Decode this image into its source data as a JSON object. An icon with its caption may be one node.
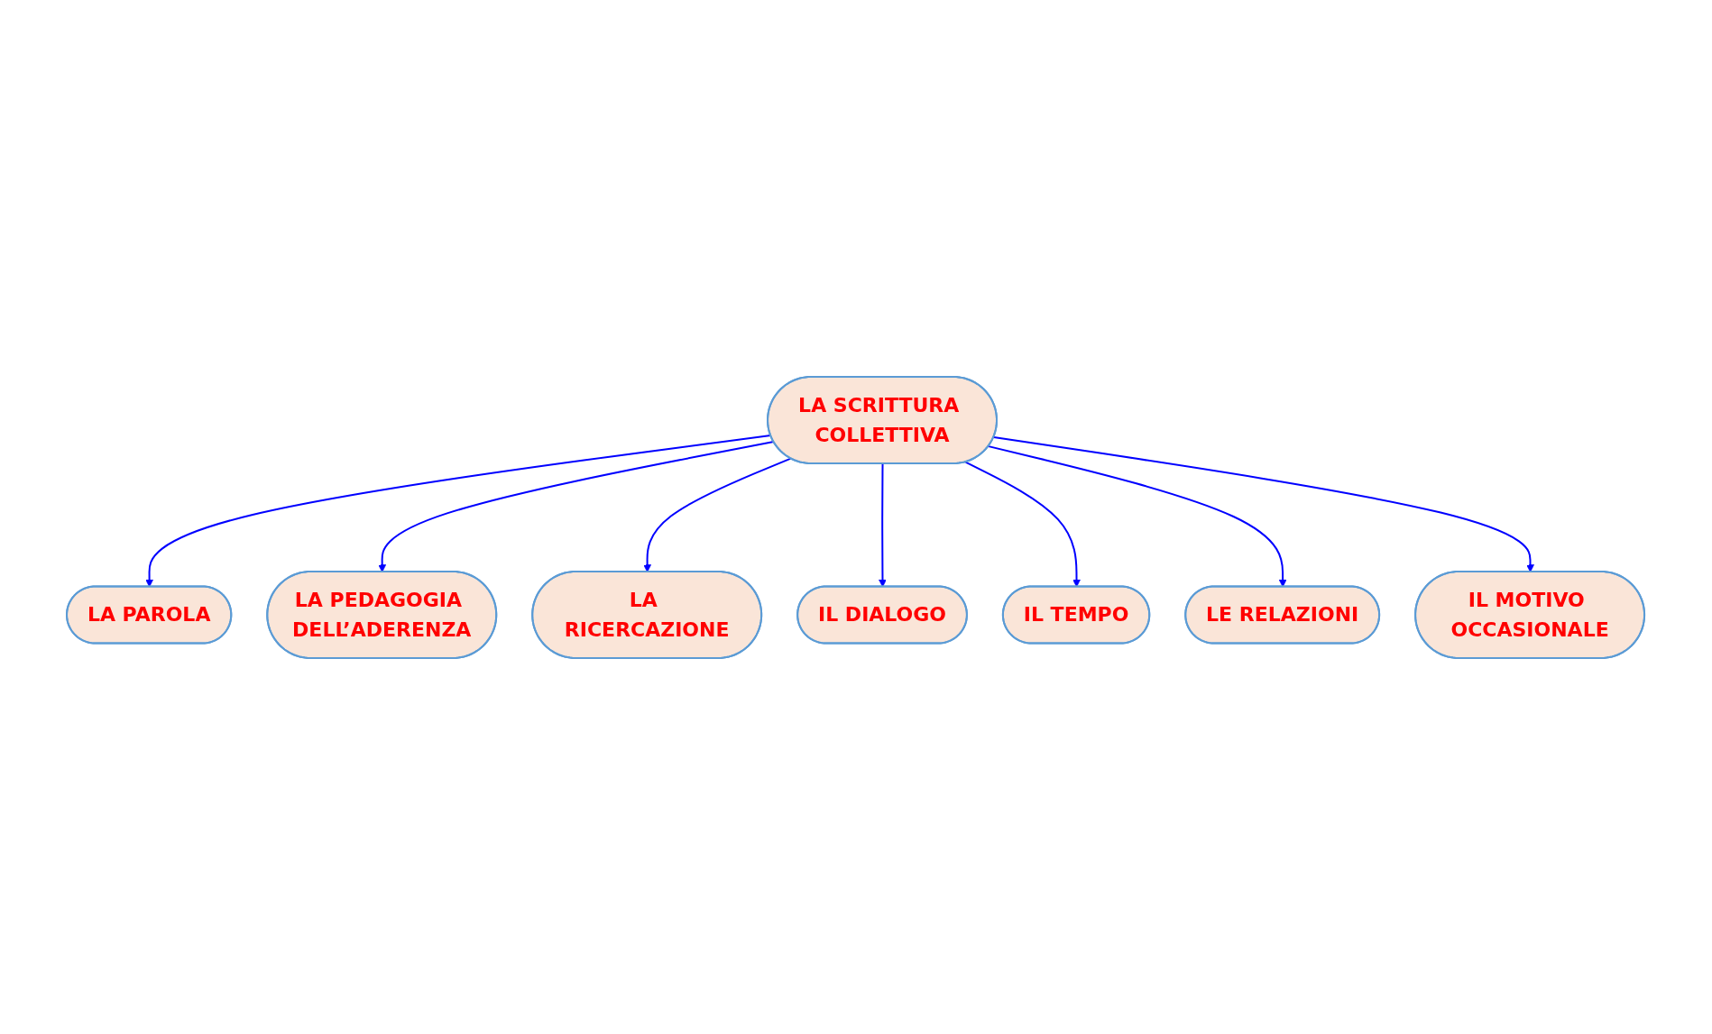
{
  "diagram": {
    "nodes": [
      {
        "text": [
          "LA PEDAGOGIA DELL’ADERENZA"
        ]
      },
      {
        "text": [
          "LA PAROLA"
        ]
      },
      {
        "text": [
          "LA RICERCAZIONE"
        ]
      },
      {
        "text": [
          "IL DIALOGO"
        ]
      },
      {
        "text": [
          "LA SCRITTURA COLLETTIVA"
        ]
      },
      {
        "text": [
          "IL MOTIVO OCCASIONALE"
        ]
      },
      {
        "text": [
          "IL TEMPO"
        ]
      },
      {
        "text": [
          "LE RELAZIONI"
        ]
      }
    ],
    "edges": [
      {
        "from": 4,
        "to": 1,
        "arrow": "to"
      },
      {
        "from": 4,
        "to": 0,
        "arrow": "to"
      },
      {
        "from": 4,
        "to": 2,
        "arrow": "to"
      },
      {
        "from": 4,
        "to": 3,
        "arrow": "to"
      },
      {
        "from": 4,
        "to": 6,
        "arrow": "to"
      },
      {
        "from": 4,
        "to": 7,
        "arrow": "to"
      },
      {
        "from": 4,
        "to": 5,
        "arrow": "to"
      }
    ]
  }
}
